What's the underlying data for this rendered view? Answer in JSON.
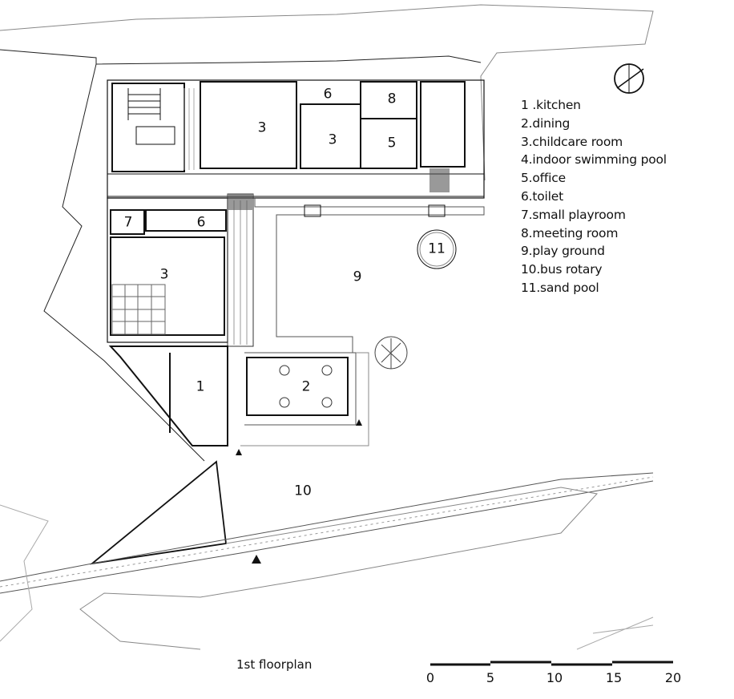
{
  "rooms": [
    {
      "id": "r3a",
      "label": "3"
    },
    {
      "id": "r6a",
      "label": "6"
    },
    {
      "id": "r3b",
      "label": "3"
    },
    {
      "id": "r8",
      "label": "8"
    },
    {
      "id": "r5",
      "label": "5"
    },
    {
      "id": "r7",
      "label": "7"
    },
    {
      "id": "r6b",
      "label": "6"
    },
    {
      "id": "r3c",
      "label": "3"
    },
    {
      "id": "r9",
      "label": "9"
    },
    {
      "id": "r11",
      "label": "11"
    },
    {
      "id": "r1",
      "label": "1"
    },
    {
      "id": "r2",
      "label": "2"
    },
    {
      "id": "r10",
      "label": "10"
    }
  ],
  "legend": [
    "1 .kitchen",
    "2.dining",
    "3.childcare room",
    "4.indoor swimming pool",
    "5.office",
    "6.toilet",
    "7.small playroom",
    "8.meeting room",
    "9.play ground",
    "10.bus rotary",
    "11.sand pool"
  ],
  "caption": "1st floorplan",
  "scale_bar": {
    "ticks": [
      "0",
      "5",
      "10",
      "15",
      "20"
    ],
    "unit_max": 20
  },
  "colors": {
    "line": "#111111",
    "light": "#999999"
  }
}
